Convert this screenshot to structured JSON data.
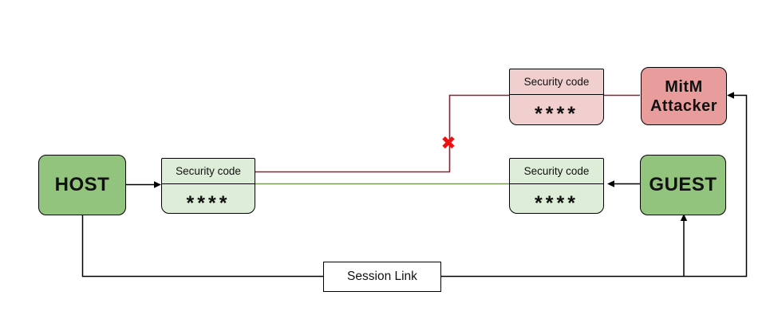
{
  "diagram": {
    "nodes": {
      "host": {
        "label": "HOST"
      },
      "guest": {
        "label": "GUEST"
      },
      "attacker": {
        "line1": "MitM",
        "line2": "Attacker"
      },
      "host_code": {
        "label": "Security code",
        "value": "****"
      },
      "attacker_code": {
        "label": "Security code",
        "value": "****"
      },
      "guest_code": {
        "label": "Security code",
        "value": "****"
      },
      "session_link": {
        "label": "Session Link"
      }
    },
    "marks": {
      "blocked_x": "✖"
    }
  },
  "colors": {
    "actor-green": "#93C47D",
    "actor-pink": "#E89C9B",
    "code-green": "#DEEDD8",
    "code-pink": "#F2CFCF",
    "line-red": "#981B30",
    "line-green": "#7E9A58",
    "line-black": "#000000",
    "x-red": "#EE1111"
  }
}
